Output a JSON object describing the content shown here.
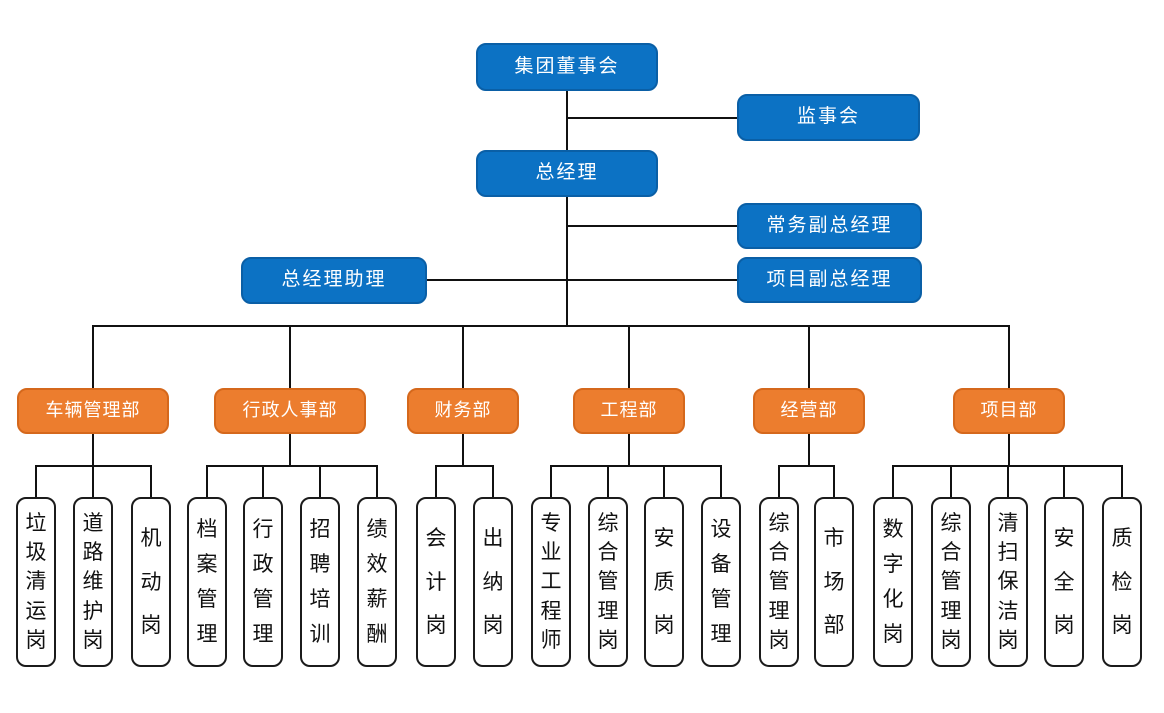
{
  "org": {
    "board": "集团董事会",
    "supervisory": "监事会",
    "general_manager": "总经理",
    "executive_deputy_gm": "常务副总经理",
    "gm_assistant": "总经理助理",
    "project_deputy_gm": "项目副总经理",
    "departments": [
      {
        "label": "车辆管理部",
        "children": [
          "垃圾清运岗",
          "道路维护岗",
          "机动岗"
        ]
      },
      {
        "label": "行政人事部",
        "children": [
          "档案管理",
          "行政管理",
          "招聘培训",
          "绩效薪酬"
        ]
      },
      {
        "label": "财务部",
        "children": [
          "会计岗",
          "出纳岗"
        ]
      },
      {
        "label": "工程部",
        "children": [
          "专业工程师",
          "综合管理岗",
          "安质岗",
          "设备管理"
        ]
      },
      {
        "label": "经营部",
        "children": [
          "综合管理岗",
          "市场部"
        ]
      },
      {
        "label": "项目部",
        "children": [
          "数字化岗",
          "综合管理岗",
          "清扫保洁岗",
          "安全岗",
          "质检岗"
        ]
      }
    ],
    "colors": {
      "executive_fill": "#0C72C4",
      "executive_border": "#0A5FA6",
      "department_fill": "#EC7D2E",
      "department_border": "#D5681C",
      "post_fill": "#FFFFFF",
      "post_border": "#1B1B1B",
      "connector": "#111111",
      "background": "#FFFFFF"
    }
  }
}
